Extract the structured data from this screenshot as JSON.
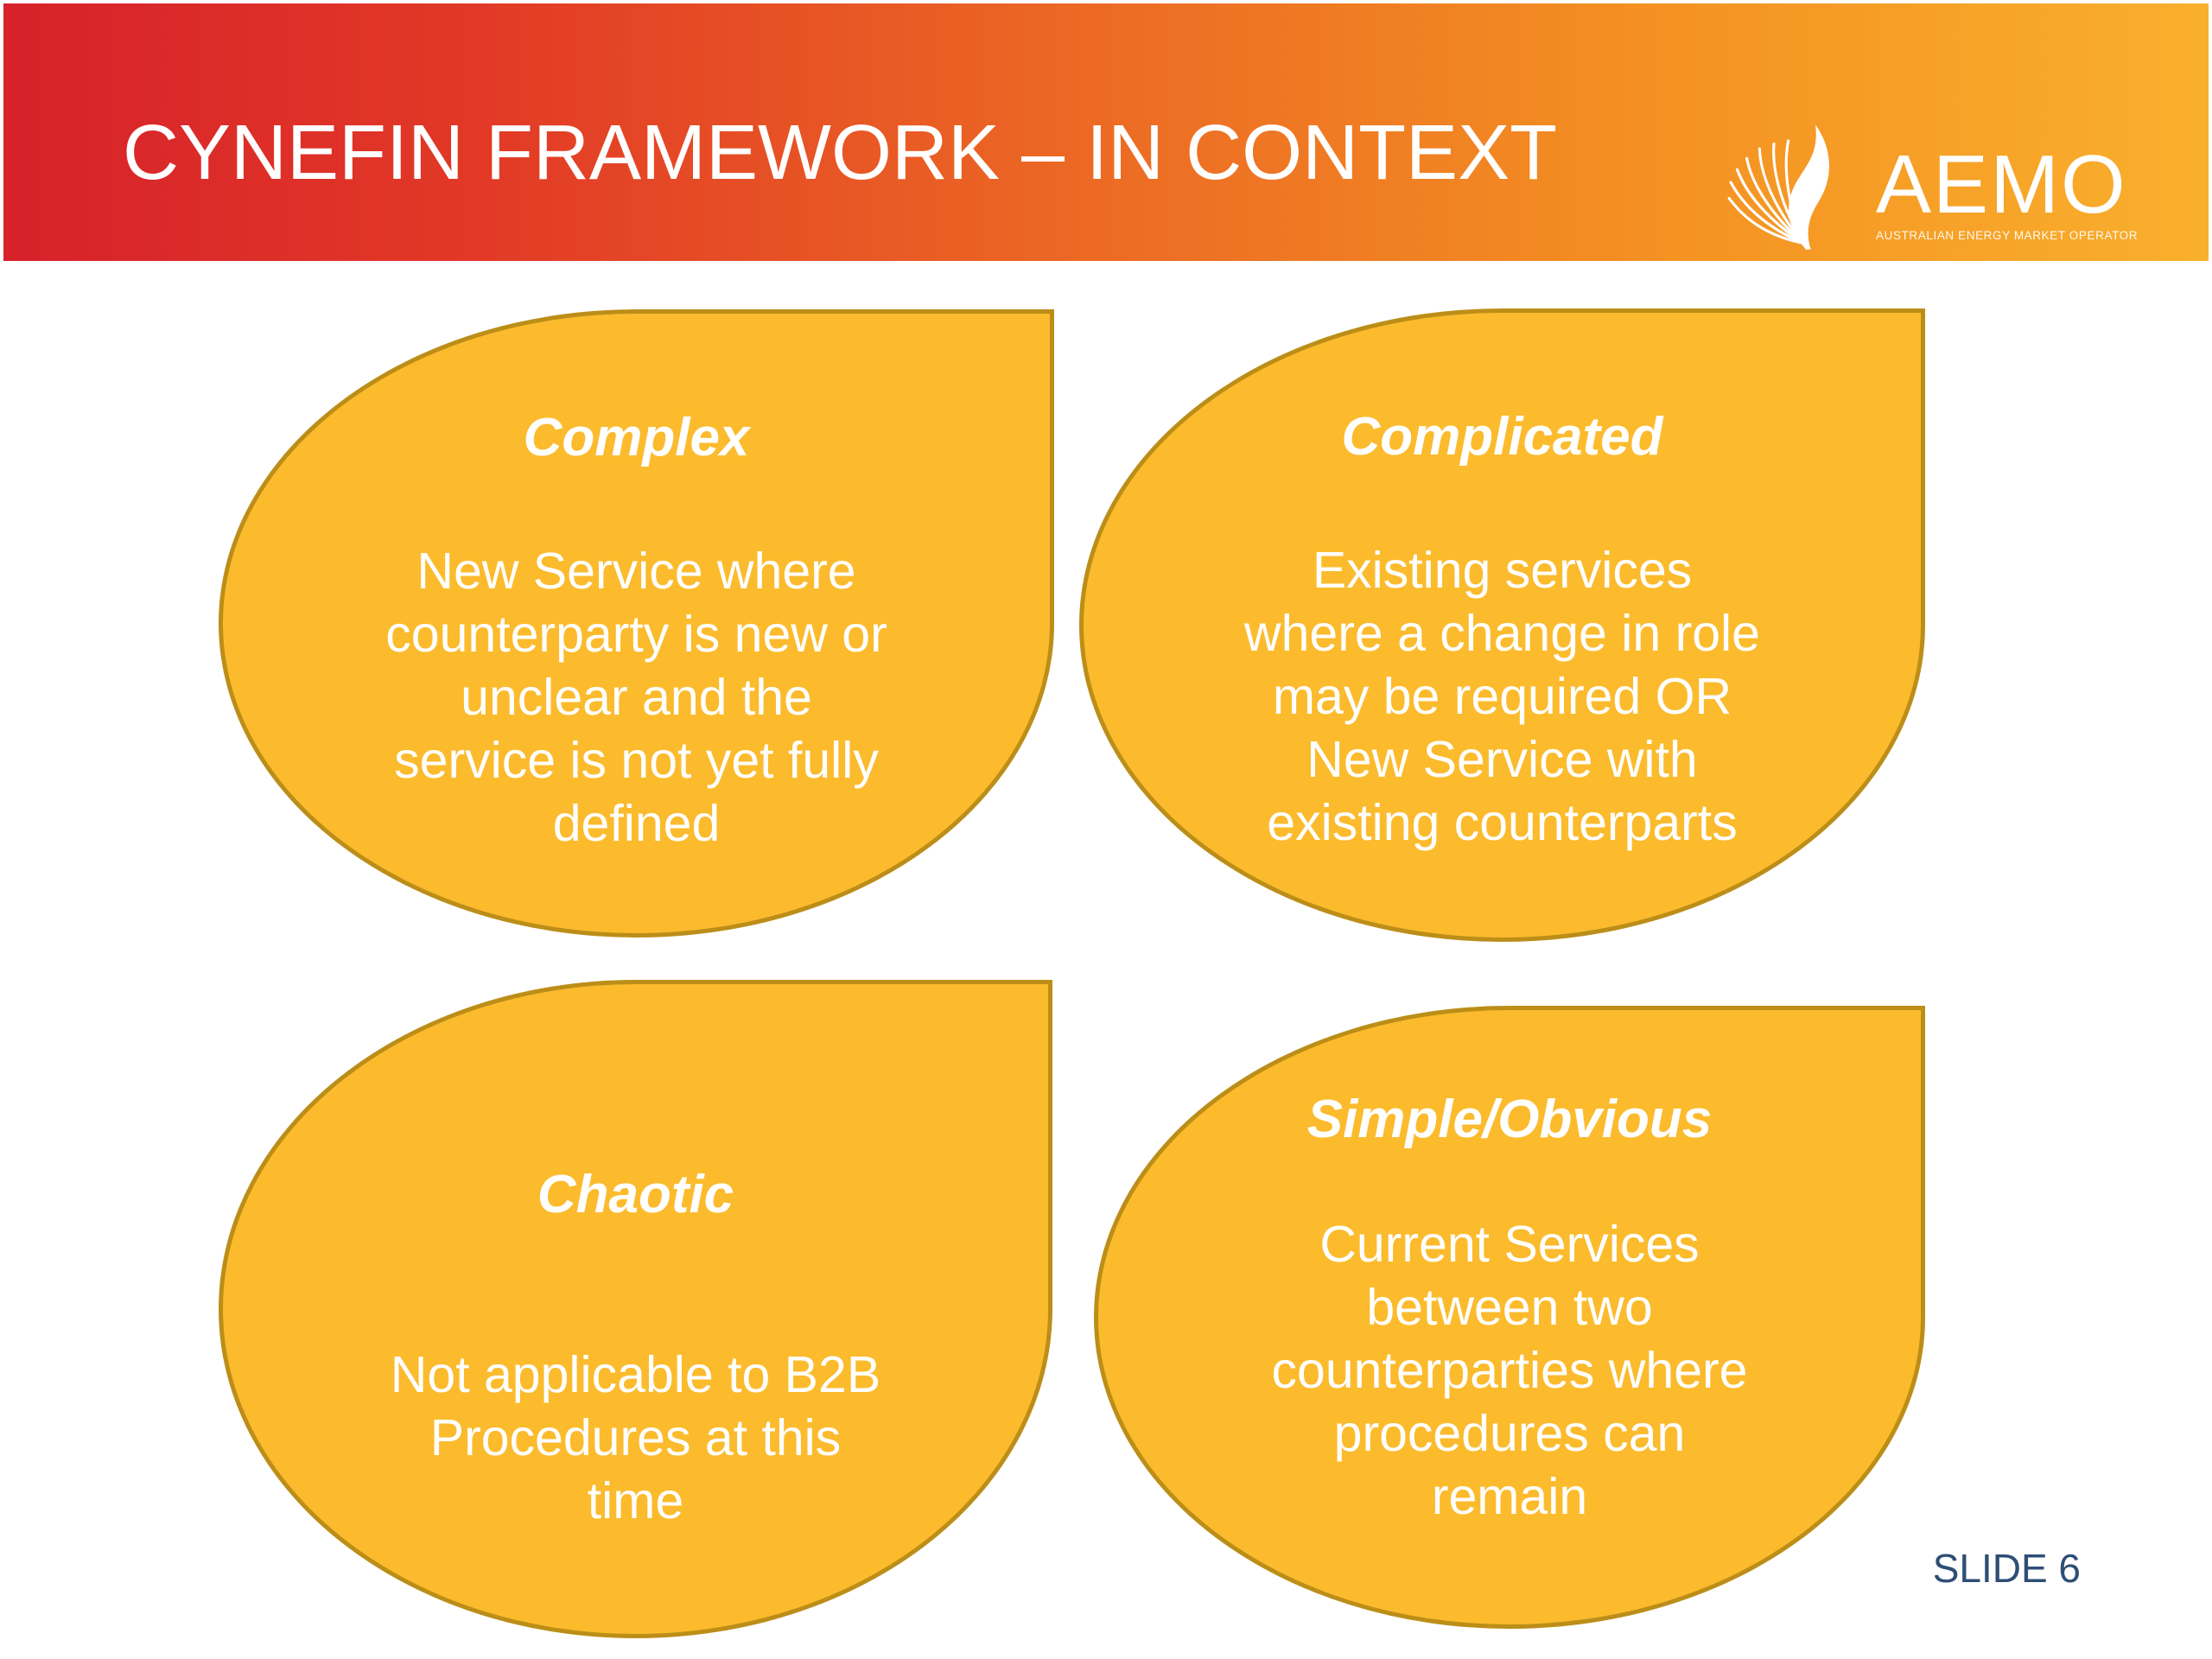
{
  "header": {
    "title": "CYNEFIN FRAMEWORK – IN CONTEXT",
    "logo": {
      "name": "AEMO",
      "tagline": "AUSTRALIAN ENERGY MARKET OPERATOR"
    }
  },
  "quadrants": [
    {
      "id": "complex",
      "title": "Complex",
      "body": "New Service where\ncounterparty is new or\nunclear and the\nservice is not yet fully\ndefined"
    },
    {
      "id": "complicated",
      "title": "Complicated",
      "body": "Existing services\nwhere a change in role\nmay be required OR\nNew Service with\nexisting counterparts"
    },
    {
      "id": "chaotic",
      "title": "Chaotic",
      "body": "Not applicable to B2B\nProcedures at this\ntime"
    },
    {
      "id": "simple-obvious",
      "title": "Simple/Obvious",
      "body": "Current Services\nbetween two\ncounterparties where\nprocedures can\nremain"
    }
  ],
  "footer": {
    "slide_label": "SLIDE 6"
  },
  "colors": {
    "band_gradient_left": "#D7212B",
    "band_gradient_right": "#F9B02D",
    "blob_fill": "#FBBB2D",
    "blob_border": "#BC8E18",
    "title_text": "#FFFFFF",
    "blob_text": "#FFFFFF",
    "slide_number_text": "#2E4E75"
  }
}
